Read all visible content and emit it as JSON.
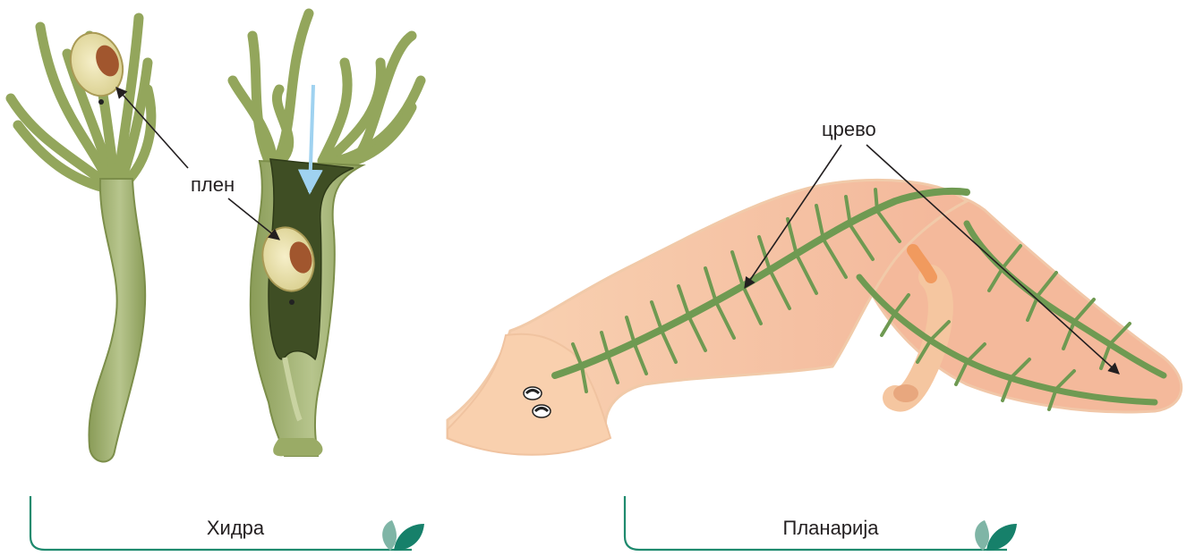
{
  "labels": {
    "prey": "плен",
    "gut": "црево"
  },
  "captions": {
    "hydra": "Хидра",
    "planaria": "Планарија"
  },
  "colors": {
    "hydra_body": "#9cad6b",
    "hydra_dark": "#4a5a2a",
    "planaria_body": "#f6c9a3",
    "planaria_gut": "#6f9a52",
    "caption_line": "#1f8a6e",
    "leaf_light": "#7fb5a6",
    "leaf_dark": "#16806a"
  }
}
